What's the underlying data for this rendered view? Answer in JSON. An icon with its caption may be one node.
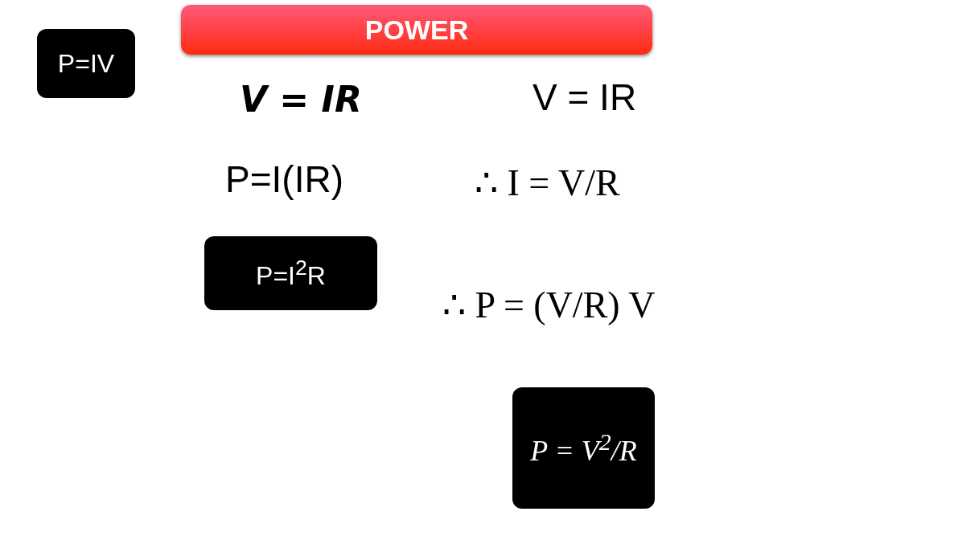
{
  "diagram": {
    "title": "POWER",
    "nodes": [
      {
        "text": [
          "P=IV"
        ]
      },
      {
        "text": [
          "P=I$^{2}$R"
        ]
      },
      {
        "text": [
          "P = V$^{2}$/R"
        ]
      }
    ],
    "labels": [
      "V = IR",
      "V = IR",
      "P=I(IR)",
      "∴ I = V/R",
      "∴ P = (V/R) V"
    ]
  }
}
